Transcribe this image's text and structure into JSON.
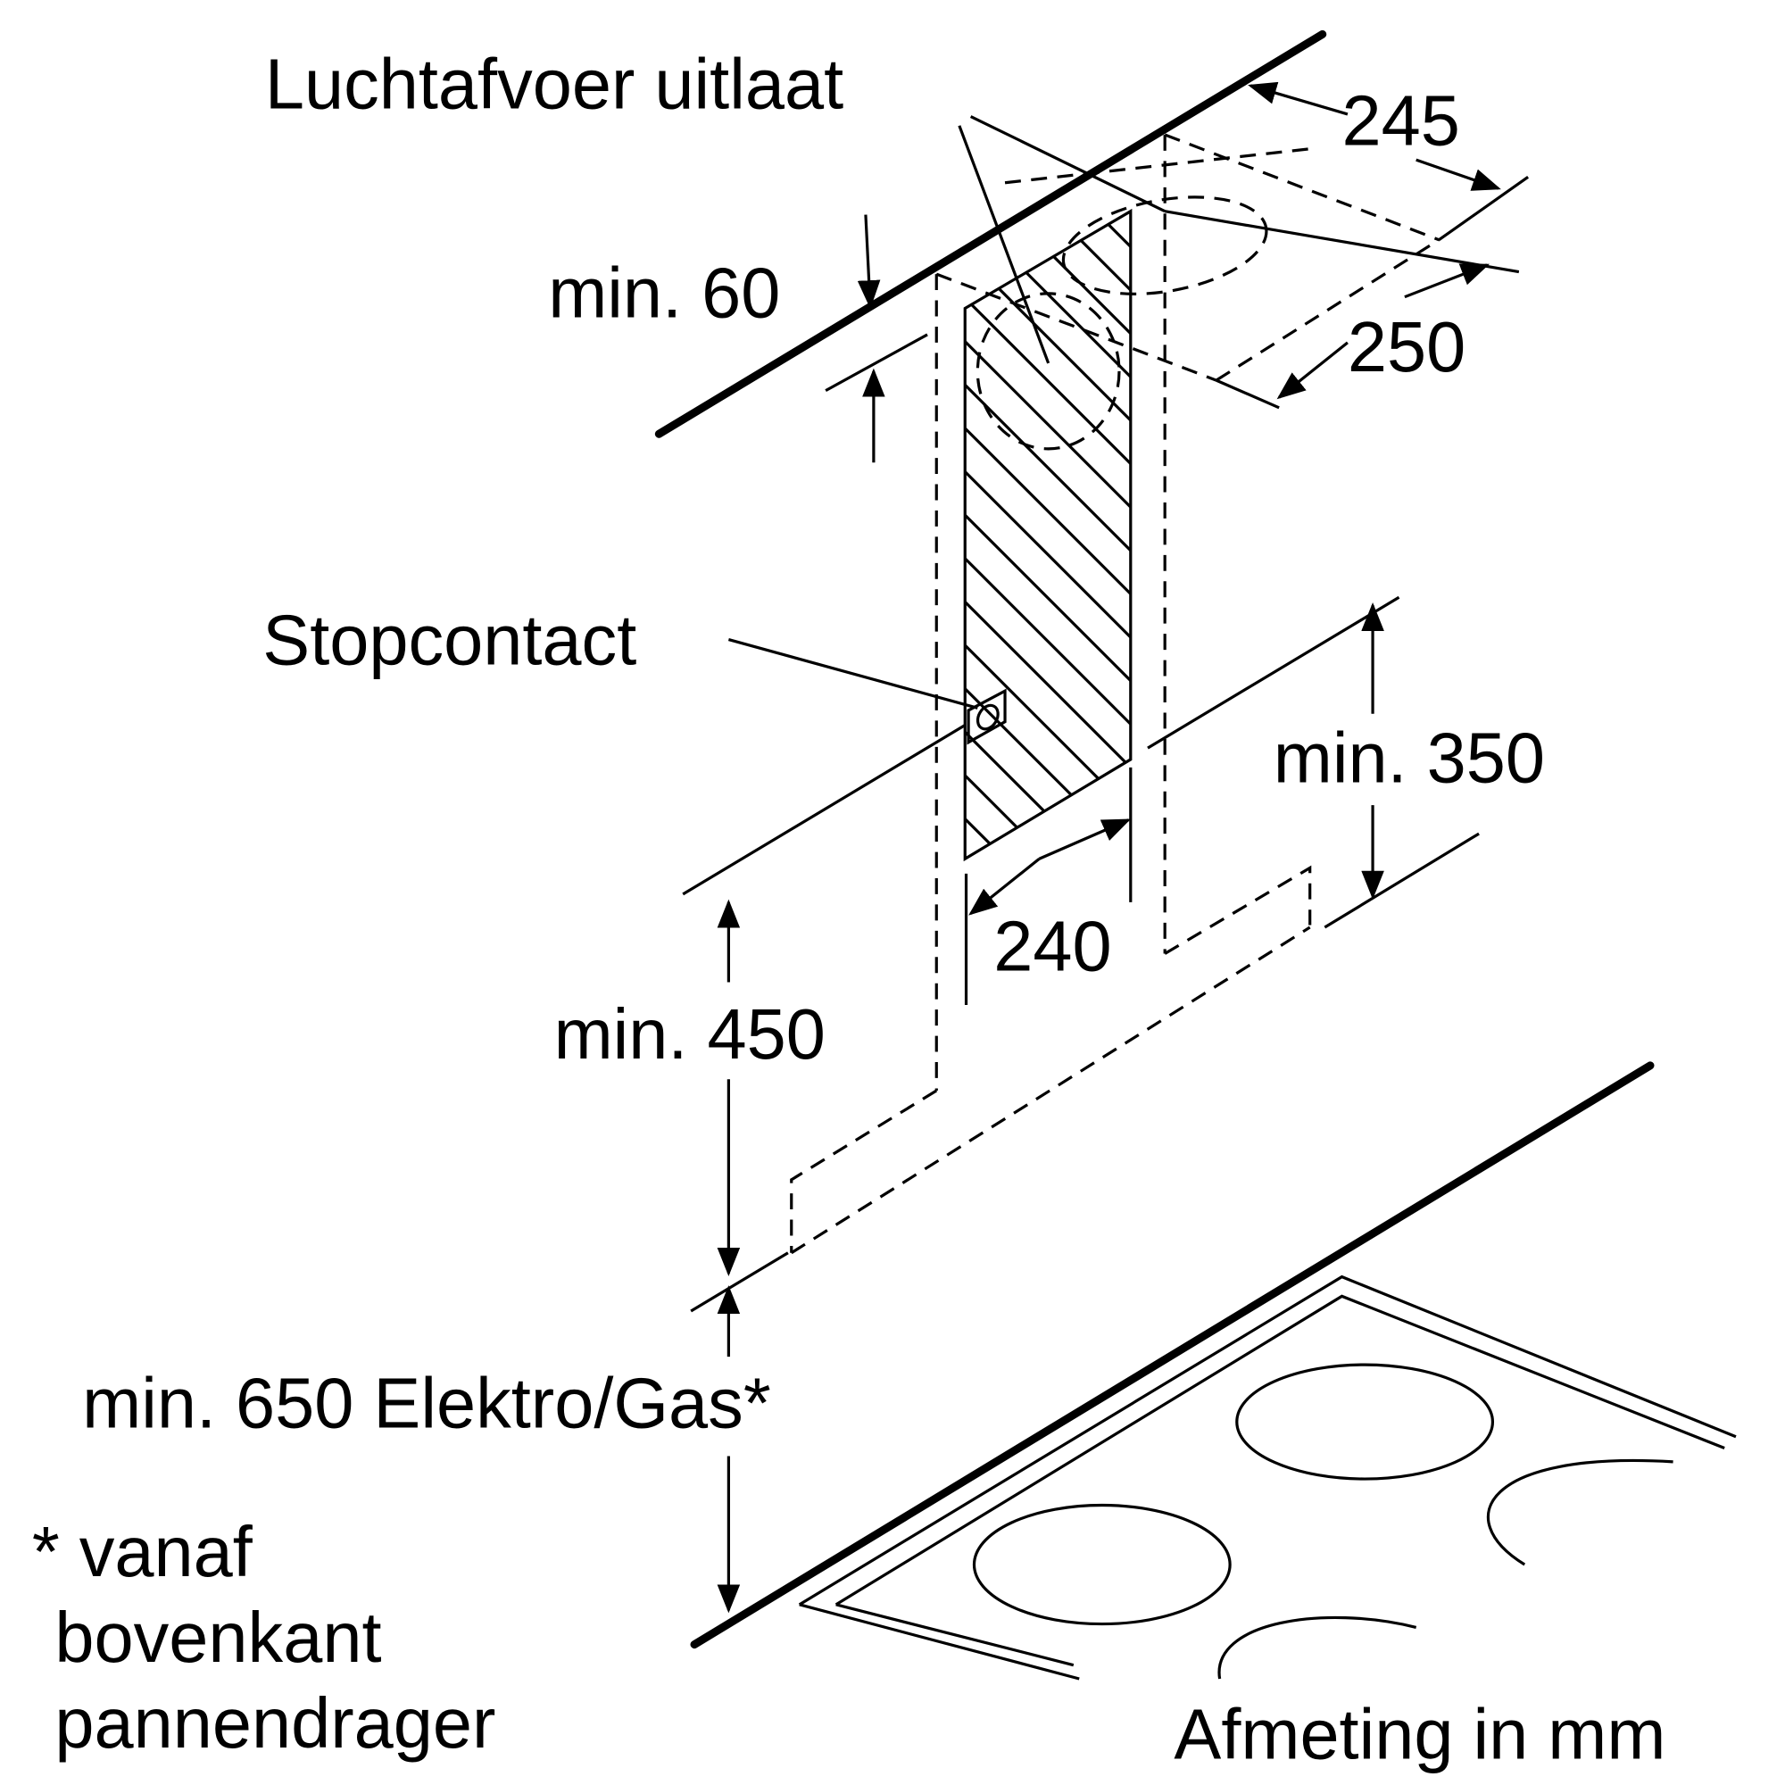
{
  "labels": {
    "air_outlet": "Luchtafvoer uitlaat",
    "socket": "Stopcontact",
    "unit_note": "Afmeting in mm",
    "footnote_line1": "* vanaf",
    "footnote_line2": "bovenkant",
    "footnote_line3": "pannendrager"
  },
  "dimensions": {
    "depth_outlet": "245",
    "width_outlet": "250",
    "min_ceiling": "min. 60",
    "min_socket_above": "min. 350",
    "panel_width": "240",
    "min_hood_height": "min. 450",
    "min_hob_distance": "min. 650 Elektro/Gas*"
  }
}
